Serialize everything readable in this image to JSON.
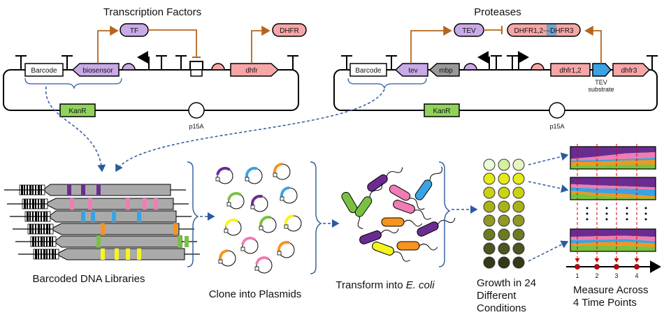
{
  "panels": {
    "tf": {
      "title": "Transcription Factors",
      "barcode": "Barcode",
      "biosensor": "biosensor",
      "tf_protein": "TF",
      "dhfr_protein": "DHFR",
      "dhfr_gene": "dhfr",
      "kanr": "KanR",
      "ori": "p15A"
    },
    "protease": {
      "title": "Proteases",
      "barcode": "Barcode",
      "tev_gene": "tev",
      "mbp": "mbp",
      "tev_protein": "TEV",
      "dhfr_split": "DHFR1,2---DHFR3",
      "dhfr12": "dhfr1,2",
      "dhfr3": "dhfr3",
      "substrate_line1": "TEV",
      "substrate_line2": "substrate",
      "kanr": "KanR",
      "ori": "p15A"
    }
  },
  "steps": {
    "library": "Barcoded DNA Libraries",
    "clone": "Clone into Plasmids",
    "transform_prefix": "Transform into ",
    "transform_organism": "E. coli",
    "growth_line1": "Growth in 24",
    "growth_line2": "Different",
    "growth_line3": "Conditions",
    "measure_line1": "Measure Across",
    "measure_line2": "4 Time Points"
  },
  "time_points": [
    "1",
    "2",
    "3",
    "4"
  ],
  "colors": {
    "purple": "#6a2c91",
    "pink": "#f07cb4",
    "blue": "#3aa3e3",
    "orange": "#f7941d",
    "green": "#7ac143",
    "yellow": "#f5f51e",
    "brown_arrow": "#b5651d",
    "dashed_blue": "#2c5aa0",
    "tf_fill": "#c9a9e6",
    "dhfr_fill": "#f6a6a6",
    "kanr_fill": "#8fd35a"
  }
}
